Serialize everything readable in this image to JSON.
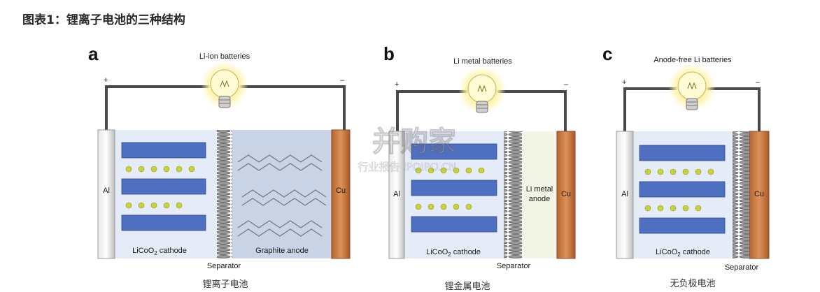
{
  "figure_title": "图表1：锂离子电池的三种结构",
  "panels": [
    {
      "letter": "a",
      "heading": "Li-ion batteries",
      "plus": "+",
      "minus": "–",
      "current_collector_left": "Al",
      "current_collector_right": "Cu",
      "cathode_label": "LiCoO",
      "cathode_sub": "2",
      "cathode_suffix": " cathode",
      "anode_label": "Graphite anode",
      "separator_label": "Separator",
      "caption": "锂离子电池"
    },
    {
      "letter": "b",
      "heading": "Li metal batteries",
      "plus": "+",
      "minus": "–",
      "current_collector_left": "Al",
      "current_collector_right": "Cu",
      "cathode_label": "LiCoO",
      "cathode_sub": "2",
      "cathode_suffix": " cathode",
      "anode_label_line1": "Li metal",
      "anode_label_line2": "anode",
      "separator_label": "Separator",
      "caption": "锂金属电池"
    },
    {
      "letter": "c",
      "heading": "Anode-free Li batteries",
      "plus": "+",
      "minus": "–",
      "current_collector_left": "Al",
      "current_collector_right": "Cu",
      "cathode_label": "LiCoO",
      "cathode_sub": "2",
      "cathode_suffix": " cathode",
      "separator_label": "Separator",
      "caption": "无负极电池"
    }
  ],
  "watermark": {
    "brand": "并购家",
    "subtitle": "行业报告 IPOIPO.CN"
  },
  "colors": {
    "cathode_blue": "#4f6fc0",
    "lithium_yellow": "#c8d23a",
    "copper": "#c77a3f",
    "cell_bg": "#e6ecf7",
    "anode_bg": "#c9d3e6",
    "li_metal_bg": "#f3f5e6"
  }
}
